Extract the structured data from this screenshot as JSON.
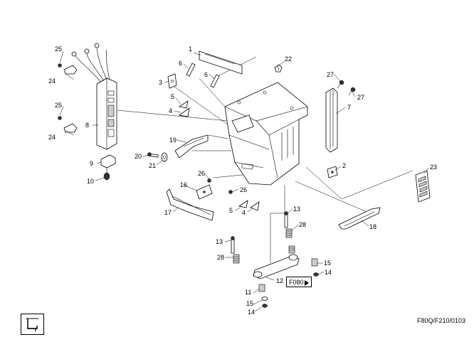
{
  "diagram": {
    "reference_button": "F080",
    "drawing_code": "F80Q/F210/0103",
    "icon": "seat-icon",
    "callouts": [
      {
        "id": "c1",
        "text": "1"
      },
      {
        "id": "c2",
        "text": "2"
      },
      {
        "id": "c3",
        "text": "3"
      },
      {
        "id": "c4a",
        "text": "4"
      },
      {
        "id": "c4b",
        "text": "4"
      },
      {
        "id": "c5a",
        "text": "5"
      },
      {
        "id": "c5b",
        "text": "5"
      },
      {
        "id": "c6a",
        "text": "6"
      },
      {
        "id": "c6b",
        "text": "6"
      },
      {
        "id": "c7",
        "text": "7"
      },
      {
        "id": "c8",
        "text": "8"
      },
      {
        "id": "c9",
        "text": "9"
      },
      {
        "id": "c10",
        "text": "10"
      },
      {
        "id": "c11",
        "text": "11"
      },
      {
        "id": "c12",
        "text": "12"
      },
      {
        "id": "c13a",
        "text": "13"
      },
      {
        "id": "c13b",
        "text": "13"
      },
      {
        "id": "c14a",
        "text": "14"
      },
      {
        "id": "c14b",
        "text": "14"
      },
      {
        "id": "c15a",
        "text": "15"
      },
      {
        "id": "c15b",
        "text": "15"
      },
      {
        "id": "c16",
        "text": "16"
      },
      {
        "id": "c17",
        "text": "17"
      },
      {
        "id": "c18",
        "text": "18"
      },
      {
        "id": "c19",
        "text": "19"
      },
      {
        "id": "c20",
        "text": "20"
      },
      {
        "id": "c21",
        "text": "21"
      },
      {
        "id": "c22",
        "text": "22"
      },
      {
        "id": "c23",
        "text": "23"
      },
      {
        "id": "c24a",
        "text": "24"
      },
      {
        "id": "c24b",
        "text": "24"
      },
      {
        "id": "c25a",
        "text": "25"
      },
      {
        "id": "c25b",
        "text": "25"
      },
      {
        "id": "c26a",
        "text": "26"
      },
      {
        "id": "c26b",
        "text": "26"
      },
      {
        "id": "c27a",
        "text": "27"
      },
      {
        "id": "c27b",
        "text": "27"
      },
      {
        "id": "c28a",
        "text": "28"
      },
      {
        "id": "c28b",
        "text": "28"
      }
    ]
  }
}
